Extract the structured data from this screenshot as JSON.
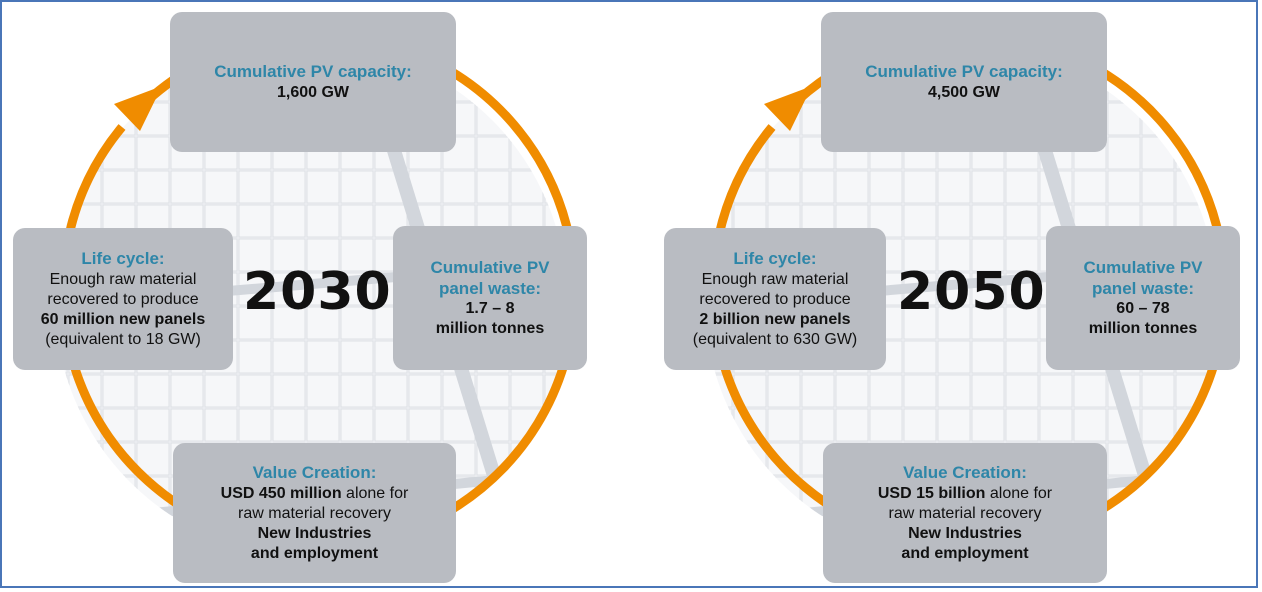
{
  "diagrams": [
    {
      "year": "2030",
      "capacity": {
        "heading": "Cumulative PV capacity:",
        "value": "1,600 GW"
      },
      "waste": {
        "heading_line1": "Cumulative PV",
        "heading_line2": "panel waste:",
        "value_line1": "1.7 – 8",
        "value_line2": "million tonnes"
      },
      "life_cycle": {
        "heading": "Life cycle:",
        "line1": "Enough raw material",
        "line2": "recovered to produce",
        "bold_line": "60 million new panels",
        "note": "(equivalent to 18 GW)"
      },
      "value_creation": {
        "heading": "Value Creation:",
        "line1_bold": "USD 450 million",
        "line1_rest": " alone for",
        "line2": "raw material recovery",
        "bold_line1": "New Industries",
        "bold_line2": "and employment"
      }
    },
    {
      "year": "2050",
      "capacity": {
        "heading": "Cumulative PV capacity:",
        "value": "4,500 GW"
      },
      "waste": {
        "heading_line1": "Cumulative PV",
        "heading_line2": "panel waste:",
        "value_line1": "60 – 78",
        "value_line2": "million tonnes"
      },
      "life_cycle": {
        "heading": "Life cycle:",
        "line1": "Enough raw material",
        "line2": "recovered to produce",
        "bold_line": "2 billion new panels",
        "note": "(equivalent to 630 GW)"
      },
      "value_creation": {
        "heading": "Value Creation:",
        "line1_bold": "USD 15 billion",
        "line1_rest": " alone for",
        "line2": "raw material recovery",
        "bold_line1": "New Industries",
        "bold_line2": "and employment"
      }
    }
  ],
  "colors": {
    "arrow": "#f08c00",
    "box": "#b9bcc2",
    "heading": "#2e86a8",
    "frame": "#4a76b8"
  }
}
